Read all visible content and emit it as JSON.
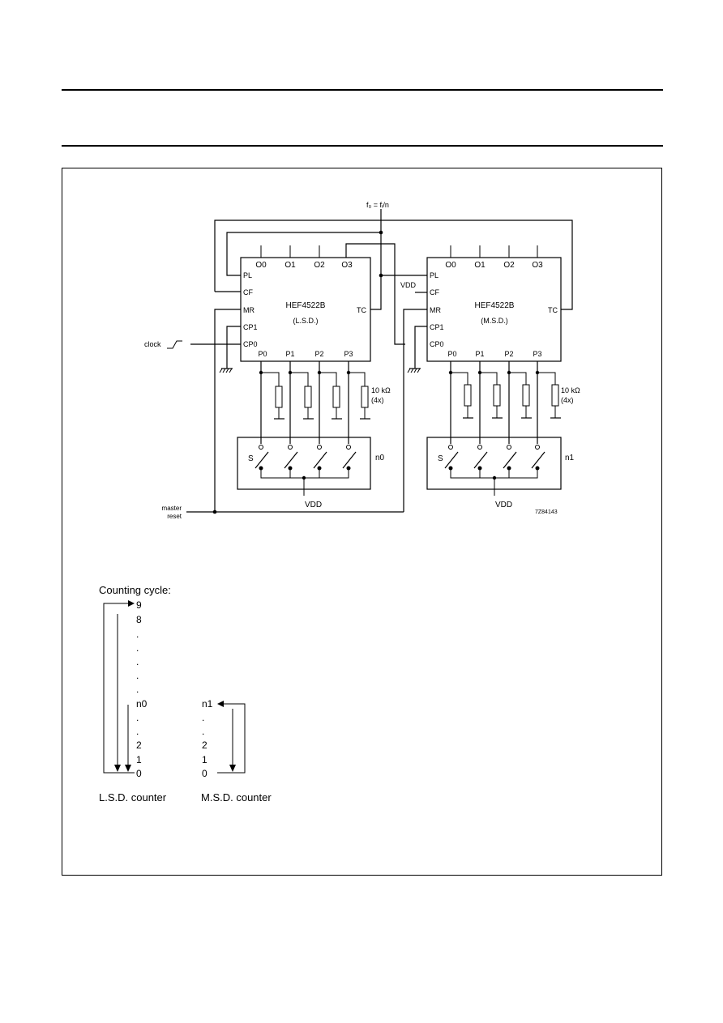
{
  "schematic": {
    "output_freq": "f₀ = fᵢ/n",
    "left_chip": {
      "name": "HEF4522B",
      "variant": "(L.S.D.)",
      "outputs": [
        "O0",
        "O1",
        "O2",
        "O3"
      ],
      "inputs_left": [
        "PL",
        "CF",
        "MR",
        "CP1",
        "CP0"
      ],
      "inputs_bottom": [
        "P0",
        "P1",
        "P2",
        "P3"
      ],
      "right_pin": "TC"
    },
    "right_chip": {
      "name": "HEF4522B",
      "variant": "(M.S.D.)",
      "outputs": [
        "O0",
        "O1",
        "O2",
        "O3"
      ],
      "inputs_left": [
        "PL",
        "CF",
        "MR",
        "CP1",
        "CP0"
      ],
      "inputs_bottom": [
        "P0",
        "P1",
        "P2",
        "P3"
      ],
      "right_pin": "TC"
    },
    "clock_label": "clock",
    "vdd_label": "VDD",
    "resistor_label": "10 kΩ",
    "resistor_count": "(4x)",
    "switch_label": "S",
    "switch_left_name": "n0",
    "switch_right_name": "n1",
    "reset_label_1": "master",
    "reset_label_2": "reset",
    "figure_code": "7Z84143"
  },
  "cycle": {
    "title": "Counting cycle:",
    "lsd_values": [
      "9",
      "8",
      ".",
      ".",
      ".",
      ".",
      ".",
      "n0",
      ".",
      ".",
      "2",
      "1",
      "0"
    ],
    "msd_values": [
      "n1",
      ".",
      ".",
      "2",
      "1",
      "0"
    ],
    "lsd_label": "L.S.D. counter",
    "msd_label": "M.S.D. counter"
  }
}
